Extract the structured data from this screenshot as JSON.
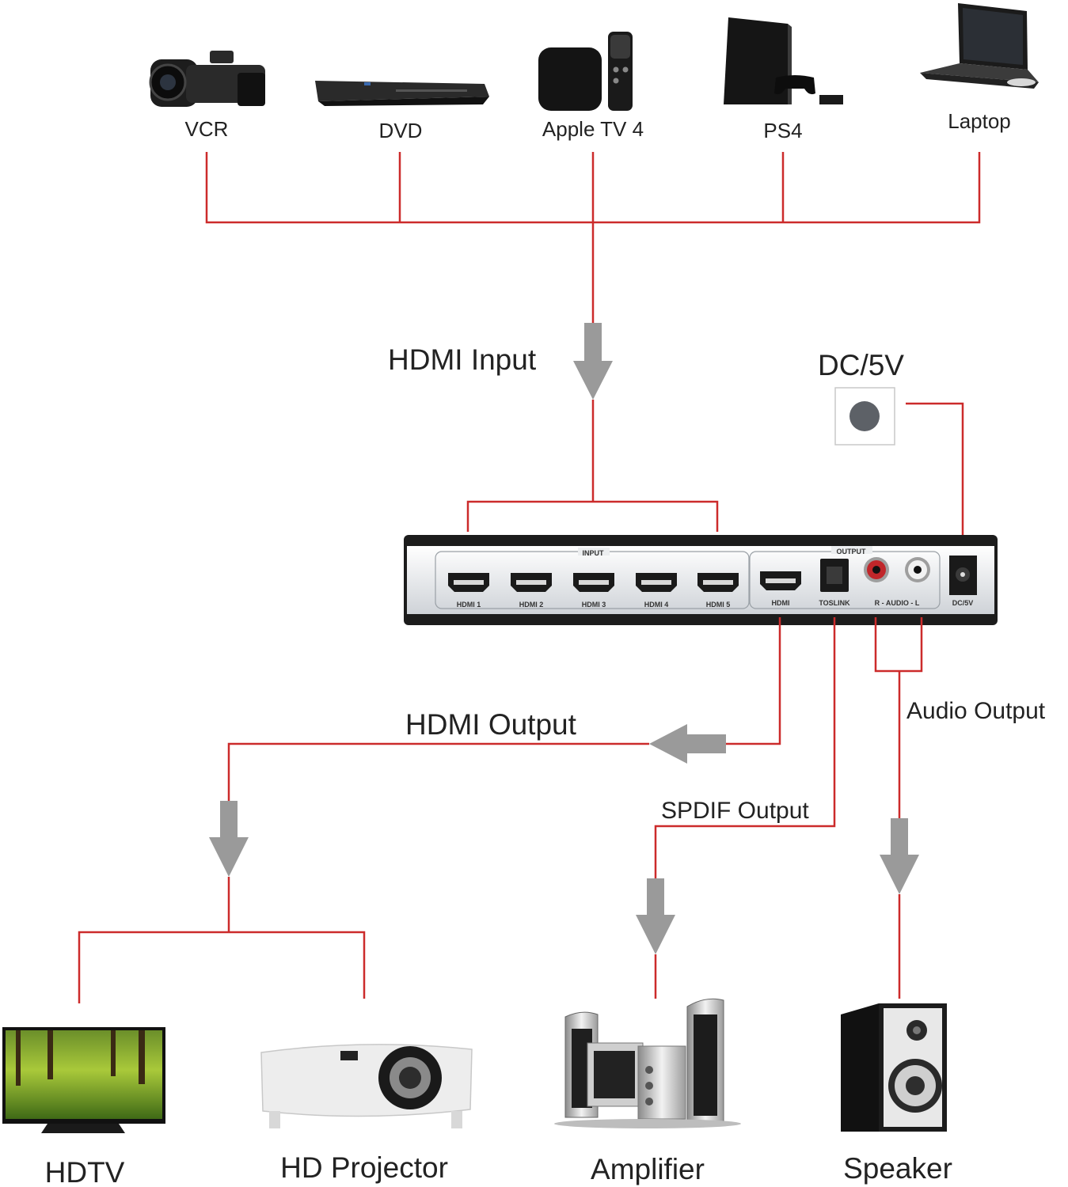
{
  "colors": {
    "wire": "#cc2b2b",
    "arrow": "#9a9a9a",
    "device_body": "#1c1c1c",
    "panel": "#dcdfe4",
    "port": "#1a1a1a",
    "dc_dot": "#5d6167"
  },
  "inputs": {
    "vcr": "VCR",
    "dvd": "DVD",
    "appletv": "Apple TV 4",
    "ps4": "PS4",
    "laptop": "Laptop"
  },
  "flow": {
    "hdmi_input": "HDMI Input",
    "dc5v": "DC/5V",
    "hdmi_output": "HDMI Output",
    "audio_output": "Audio Output",
    "spdif_output": "SPDIF Output"
  },
  "switch_panel": {
    "input_group": "INPUT",
    "output_group": "OUTPUT",
    "ports": [
      "HDMI 1",
      "HDMI 2",
      "HDMI 3",
      "HDMI 4",
      "HDMI 5"
    ],
    "out_hdmi": "HDMI",
    "toslink": "TOSLINK",
    "raudiol": "R - AUDIO - L",
    "dc5v": "DC/5V"
  },
  "outputs": {
    "hdtv": "HDTV",
    "projector": "HD Projector",
    "amplifier": "Amplifier",
    "speaker": "Speaker"
  },
  "icons": {
    "vcr": "camcorder-icon",
    "dvd": "dvd-player-icon",
    "appletv": "apple-tv-icon",
    "ps4": "game-console-icon",
    "laptop": "laptop-icon",
    "dc": "power-jack-icon",
    "hdtv": "tv-icon",
    "projector": "projector-icon",
    "amplifier": "amplifier-icon",
    "speaker": "speaker-icon"
  }
}
